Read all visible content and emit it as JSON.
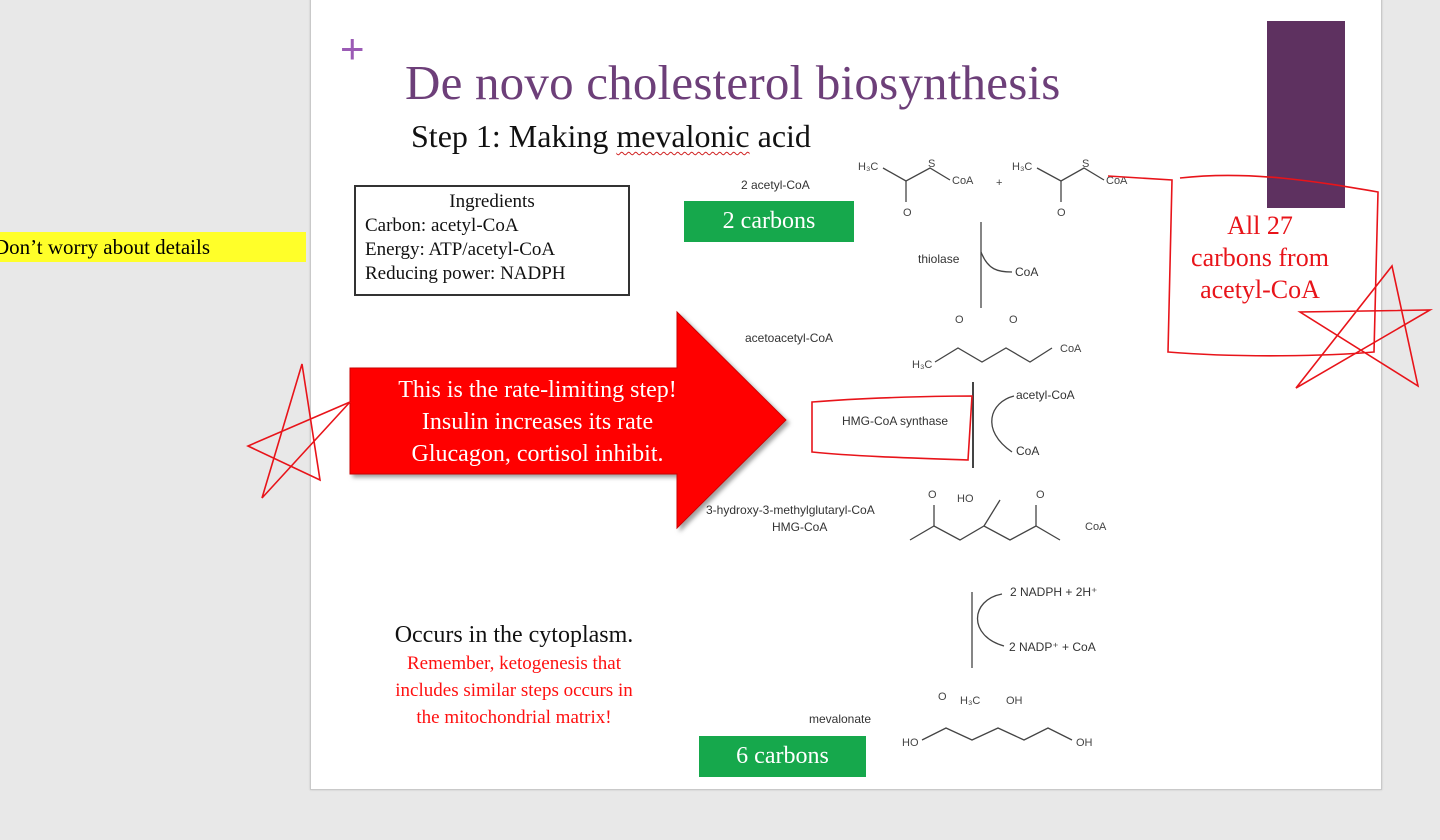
{
  "comment": "Don’t worry about details",
  "slide": {
    "title": "De novo cholesterol biosynthesis",
    "subtitle_prefix": "Step 1:  Making ",
    "subtitle_word": "mevalonic",
    "subtitle_suffix": " acid",
    "ingredients": {
      "heading": "Ingredients",
      "lines": [
        "Carbon:  acetyl-CoA",
        "Energy:  ATP/acetyl-CoA",
        "Reducing power:  NADPH"
      ]
    },
    "badge_top": "2 carbons",
    "badge_bottom": "6 carbons",
    "arrow_lines": [
      "This is the rate-limiting step!",
      "Insulin increases its rate",
      "Glucagon, cortisol inhibit."
    ],
    "note_right": [
      "All 27",
      "carbons from",
      "acetyl-CoA"
    ],
    "cytoplasm": "Occurs in the cytoplasm.",
    "ketogenesis": [
      "Remember, ketogenesis that",
      "includes similar steps occurs in",
      "the mitochondrial matrix!"
    ],
    "pathway": {
      "acetyl_label": "2 acetyl-CoA",
      "thiolase": "thiolase",
      "coa_1": "CoA",
      "acetoacetyl": "acetoacetyl-CoA",
      "hmg_synthase": "HMG-CoA synthase",
      "acetyl_coa": "acetyl-CoA",
      "coa_2": "CoA",
      "hmg_name": "3-hydroxy-3-methylglutaryl-CoA",
      "hmg_short": "HMG-CoA",
      "nadph": "2 NADPH + 2H⁺",
      "nadp": "2 NADP⁺ + CoA",
      "mevalonate": "mevalonate"
    }
  },
  "colors": {
    "title": "#6d3f79",
    "accent": "#5e3160",
    "badge": "#16a84c",
    "arrow": "#ff0000",
    "ink": "#e8141a",
    "highlight": "#ffff29"
  },
  "icons": {
    "plus": "+"
  }
}
